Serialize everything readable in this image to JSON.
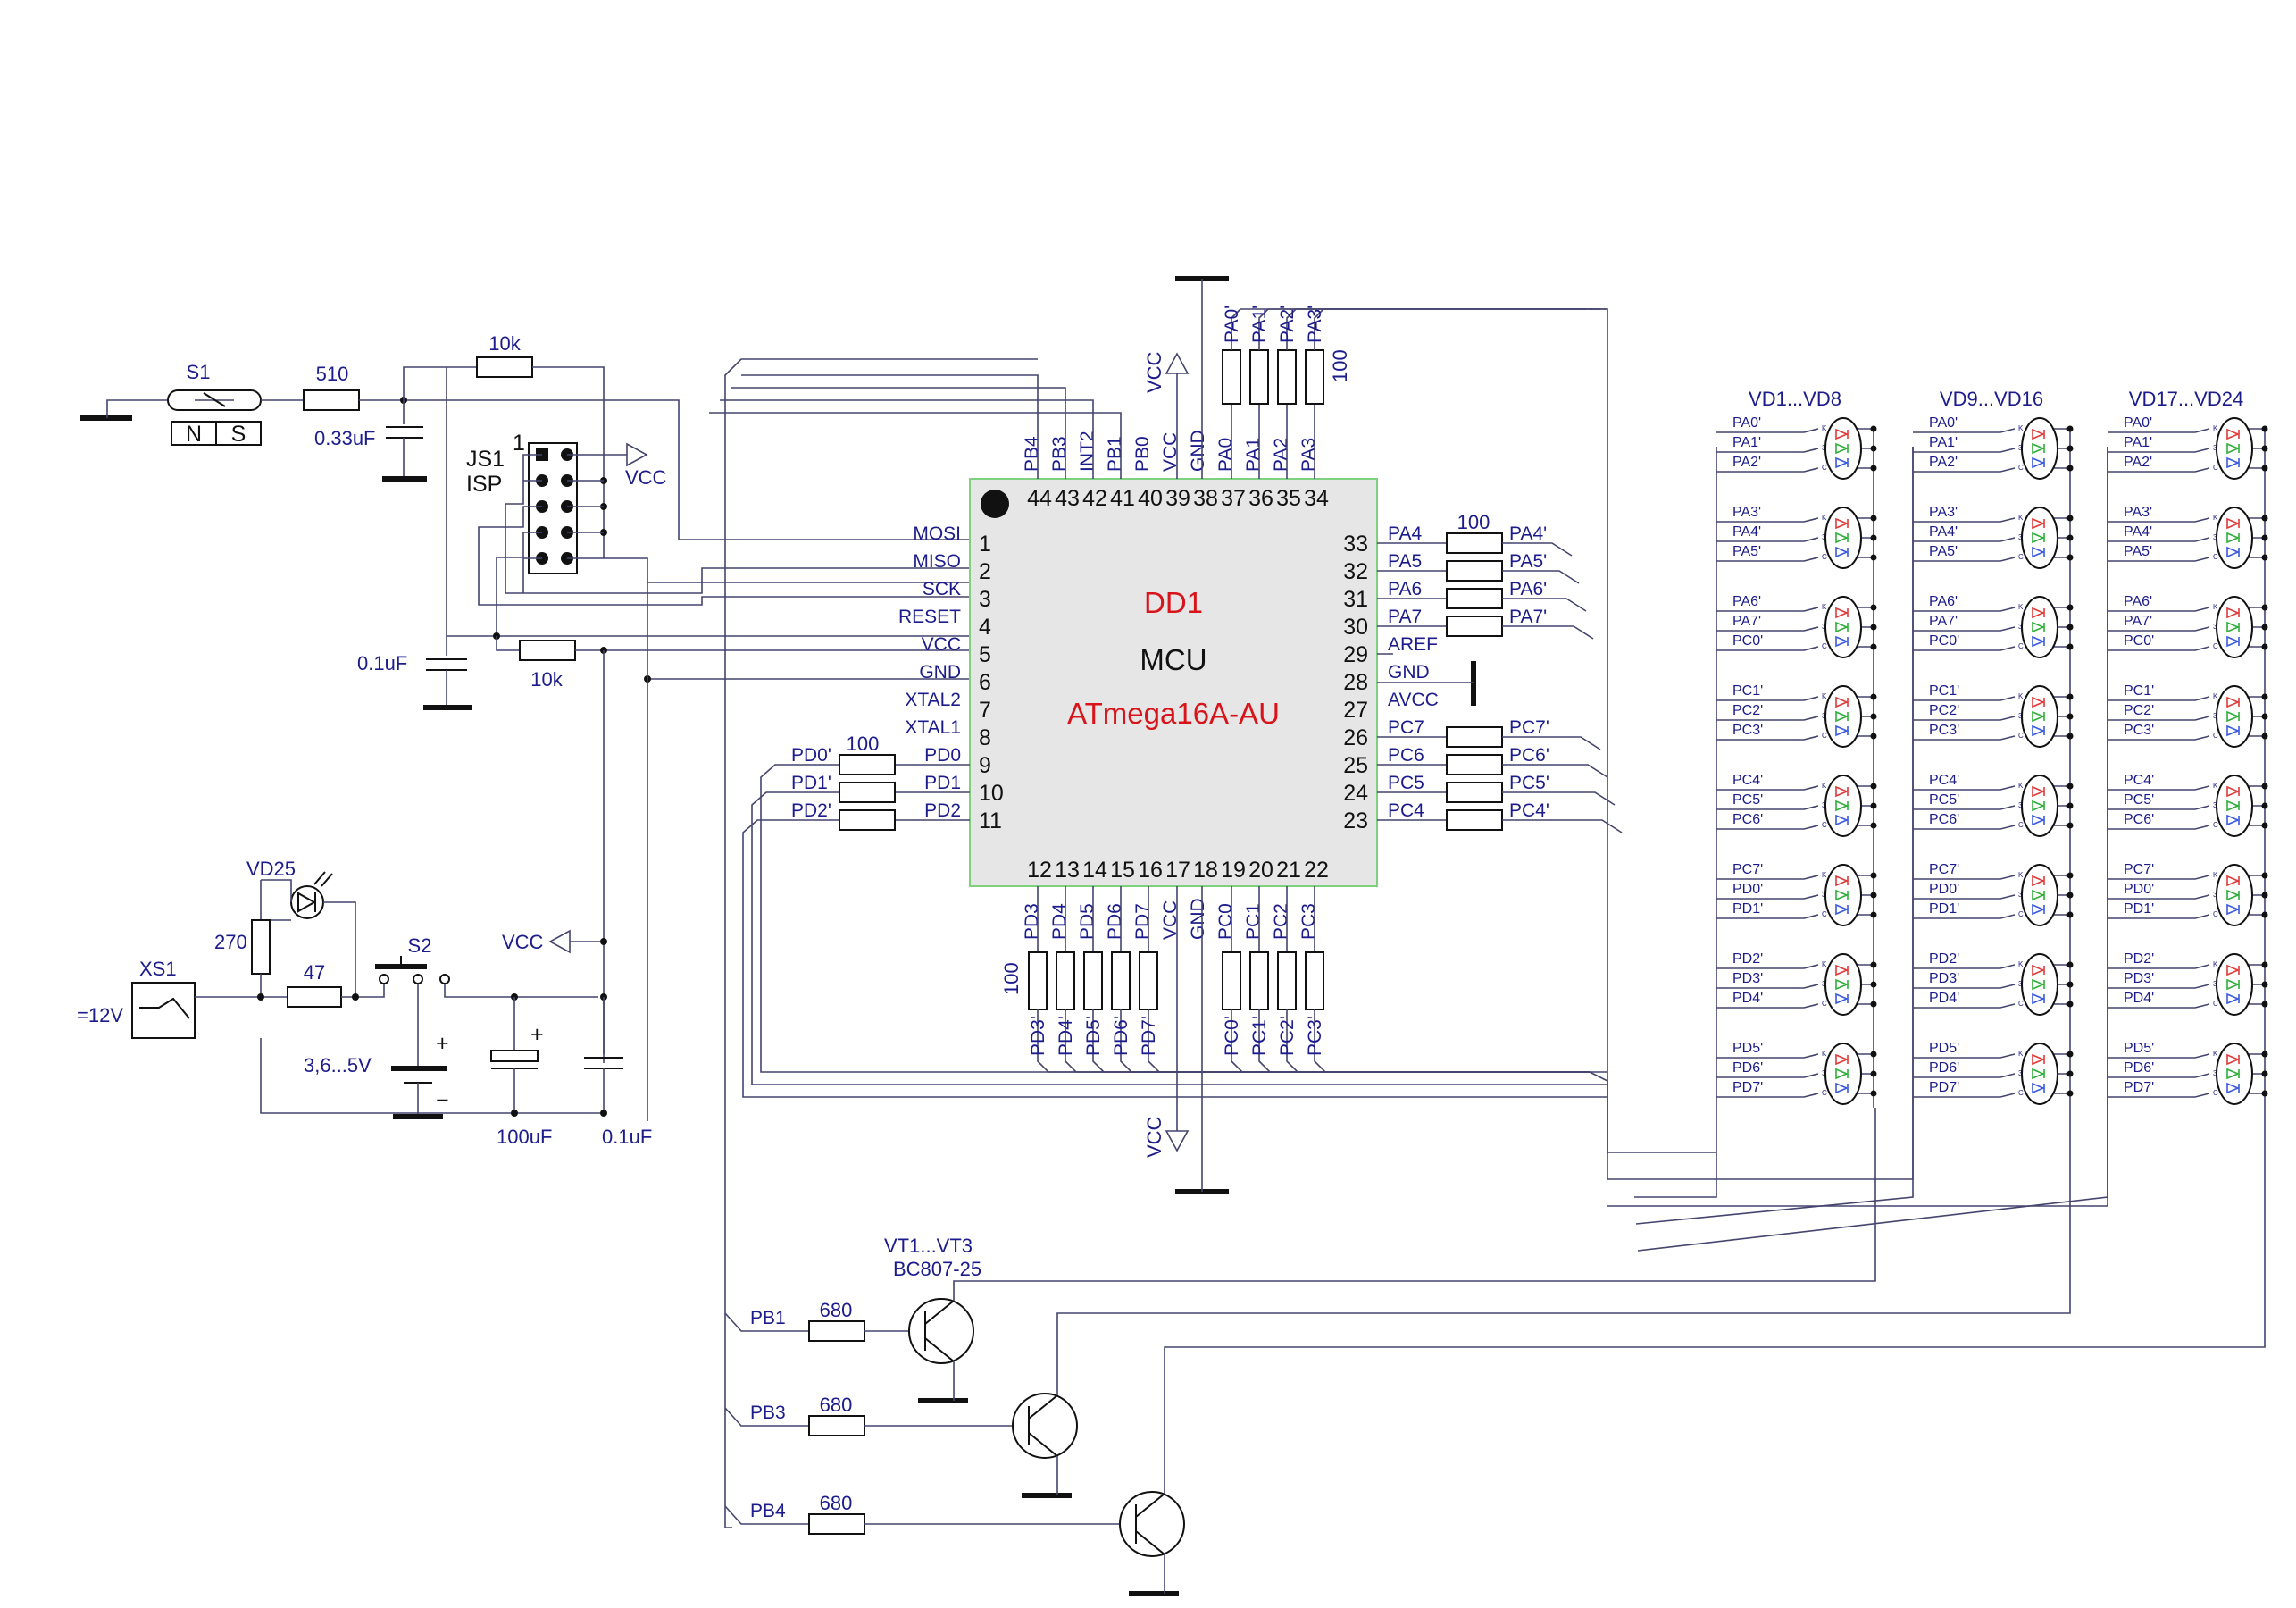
{
  "mcu": {
    "designator": "DD1",
    "type": "MCU",
    "part": "ATmega16A-AU",
    "colors": {
      "body": "#e6e6e6",
      "outline": "#7fd17f",
      "designator": "#d8141a",
      "part": "#d8141a"
    },
    "left_signals": [
      "MOSI",
      "MISO",
      "SCK",
      "RESET",
      "VCC",
      "GND",
      "XTAL2",
      "XTAL1",
      "PD0",
      "PD1",
      "PD2"
    ],
    "left_pins": [
      "1",
      "2",
      "3",
      "4",
      "5",
      "6",
      "7",
      "8",
      "9",
      "10",
      "11"
    ],
    "right_signals": [
      "PA4",
      "PA5",
      "PA6",
      "PA7",
      "AREF",
      "GND",
      "AVCC",
      "PC7",
      "PC6",
      "PC5",
      "PC4"
    ],
    "right_pins": [
      "33",
      "32",
      "31",
      "30",
      "29",
      "28",
      "27",
      "26",
      "25",
      "24",
      "23"
    ],
    "top_signals": [
      "PB4",
      "PB3",
      "INT2",
      "PB1",
      "PB0",
      "VCC",
      "GND",
      "PA0",
      "PA1",
      "PA2",
      "PA3"
    ],
    "top_pins": [
      "44",
      "43",
      "42",
      "41",
      "40",
      "39",
      "38",
      "37",
      "36",
      "35",
      "34"
    ],
    "bottom_signals": [
      "PD3",
      "PD4",
      "PD5",
      "PD6",
      "PD7",
      "VCC",
      "GND",
      "PC0",
      "PC1",
      "PC2",
      "PC3"
    ],
    "bottom_pins": [
      "12",
      "13",
      "14",
      "15",
      "16",
      "17",
      "18",
      "19",
      "20",
      "21",
      "22"
    ]
  },
  "series_resistors": {
    "value": "100",
    "top_nets": [
      "PA0'",
      "PA1'",
      "PA2'",
      "PA3'"
    ],
    "right_nets": [
      "PA4'",
      "PA5'",
      "PA6'",
      "PA7'",
      "PC7'",
      "PC6'",
      "PC5'",
      "PC4'"
    ],
    "left_nets": [
      "PD0'",
      "PD1'",
      "PD2'"
    ],
    "bottom_nets": [
      "PD3'",
      "PD4'",
      "PD5'",
      "PD6'",
      "PD7'",
      "PC0'",
      "PC1'",
      "PC2'",
      "PC3'"
    ]
  },
  "reed_switch": {
    "designator": "S1",
    "north": "N",
    "south": "S"
  },
  "isp": {
    "designator": "JS1",
    "name": "ISP",
    "pin1": "1"
  },
  "power_flag": "VCC",
  "components": {
    "r_510": "510",
    "c_033": "0.33uF",
    "r_10k_top": "10k",
    "c_01_reset": "0.1uF",
    "r_10k_reset": "10k",
    "vd25": "VD25",
    "r_270": "270",
    "r_47": "47",
    "xs1": "XS1",
    "xs1_voltage": "=12V",
    "s2": "S2",
    "battery": "3,6...5V",
    "c_100u": "100uF",
    "c_01_bottom": "0.1uF"
  },
  "transistors": {
    "title": "VT1...VT3",
    "part": "BC807-25",
    "base_nets": [
      "PB1",
      "PB3",
      "PB4"
    ],
    "base_resistor": "680"
  },
  "led_groups": [
    {
      "title": "VD1...VD8"
    },
    {
      "title": "VD9...VD16"
    },
    {
      "title": "VD17...VD24"
    }
  ],
  "led_rows": [
    [
      "PA0'",
      "PA1'",
      "PA2'"
    ],
    [
      "PA3'",
      "PA4'",
      "PA5'"
    ],
    [
      "PA6'",
      "PA7'",
      "PC0'"
    ],
    [
      "PC1'",
      "PC2'",
      "PC3'"
    ],
    [
      "PC4'",
      "PC5'",
      "PC6'"
    ],
    [
      "PC7'",
      "PD0'",
      "PD1'"
    ],
    [
      "PD2'",
      "PD3'",
      "PD4'"
    ],
    [
      "PD5'",
      "PD6'",
      "PD7'"
    ]
  ],
  "led_pin_marks": [
    "K",
    "3",
    "C"
  ],
  "led_colors": [
    "#e03a3a",
    "#2fae3a",
    "#3a5ae0"
  ]
}
